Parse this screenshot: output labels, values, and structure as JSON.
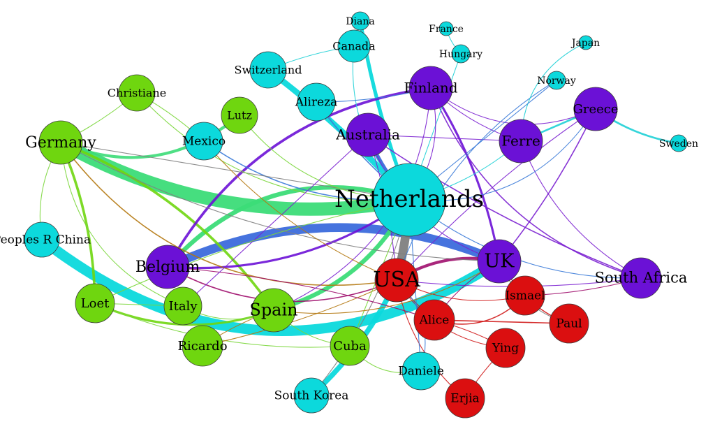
{
  "colors": {
    "cyan": "#0cd9dc",
    "purple": "#6b11d6",
    "red": "#db0f10",
    "green": "#6fd60f",
    "seaGreen": "#3cdc78",
    "blue": "#3c6cdc",
    "gray": "#808080",
    "brown": "#b4780f",
    "magenta": "#a0106e",
    "thinCyan": "#1fd0d6",
    "thinPurple": "#7a1fd0",
    "thinGreen": "#7ad63a",
    "thinBlue": "#3a7ad8",
    "thinRed": "#d01a1a"
  },
  "nodes": [
    {
      "id": "netherlands",
      "label": "Netherlands",
      "color": "cyan"
    },
    {
      "id": "germany",
      "label": "Germany",
      "color": "green"
    },
    {
      "id": "belgium",
      "label": "Belgium",
      "color": "purple"
    },
    {
      "id": "usa",
      "label": "USA",
      "color": "red"
    },
    {
      "id": "uk",
      "label": "UK",
      "color": "purple"
    },
    {
      "id": "south-africa",
      "label": "South Africa",
      "color": "purple"
    },
    {
      "id": "greece",
      "label": "Greece",
      "color": "purple"
    },
    {
      "id": "finland",
      "label": "Finland",
      "color": "purple"
    },
    {
      "id": "australia",
      "label": "Australia",
      "color": "purple"
    },
    {
      "id": "ferre",
      "label": "Ferre",
      "color": "purple"
    },
    {
      "id": "spain",
      "label": "Spain",
      "color": "green"
    },
    {
      "id": "italy",
      "label": "Italy",
      "color": "green"
    },
    {
      "id": "loet",
      "label": "Loet",
      "color": "green"
    },
    {
      "id": "ricardo",
      "label": "Ricardo",
      "color": "green"
    },
    {
      "id": "cuba",
      "label": "Cuba",
      "color": "green"
    },
    {
      "id": "christiane",
      "label": "Christiane",
      "color": "green"
    },
    {
      "id": "lutz",
      "label": "Lutz",
      "color": "green"
    },
    {
      "id": "mexico",
      "label": "Mexico",
      "color": "cyan"
    },
    {
      "id": "switzerland",
      "label": "Switzerland",
      "color": "cyan"
    },
    {
      "id": "canada",
      "label": "Canada",
      "color": "cyan"
    },
    {
      "id": "diana",
      "label": "Diana",
      "color": "cyan"
    },
    {
      "id": "france",
      "label": "France",
      "color": "cyan"
    },
    {
      "id": "hungary",
      "label": "Hungary",
      "color": "cyan"
    },
    {
      "id": "japan",
      "label": "Japan",
      "color": "cyan"
    },
    {
      "id": "norway",
      "label": "Norway",
      "color": "cyan"
    },
    {
      "id": "sweden",
      "label": "Sweden",
      "color": "cyan"
    },
    {
      "id": "alireza",
      "label": "Alireza",
      "color": "cyan"
    },
    {
      "id": "peoples-r-china",
      "label": "Peoples R China",
      "color": "cyan"
    },
    {
      "id": "south-korea",
      "label": "South Korea",
      "color": "cyan"
    },
    {
      "id": "daniele",
      "label": "Daniele",
      "color": "cyan"
    },
    {
      "id": "ismael",
      "label": "Ismael",
      "color": "red"
    },
    {
      "id": "alice",
      "label": "Alice",
      "color": "red"
    },
    {
      "id": "paul",
      "label": "Paul",
      "color": "red"
    },
    {
      "id": "ying",
      "label": "Ying",
      "color": "red"
    },
    {
      "id": "erjia",
      "label": "Erjia",
      "color": "red"
    }
  ],
  "edges": [
    {
      "from": "germany",
      "to": "netherlands",
      "weight": 18,
      "color": "seaGreen"
    },
    {
      "from": "peoples-r-china",
      "to": "uk",
      "weight": 14,
      "color": "cyan"
    },
    {
      "from": "belgium",
      "to": "uk",
      "weight": 12,
      "color": "blue"
    },
    {
      "from": "usa",
      "to": "netherlands",
      "weight": 12,
      "color": "gray"
    },
    {
      "from": "switzerland",
      "to": "netherlands",
      "weight": 8,
      "color": "cyan"
    },
    {
      "from": "south-korea",
      "to": "usa",
      "weight": 7,
      "color": "cyan"
    },
    {
      "from": "belgium",
      "to": "netherlands",
      "weight": 6,
      "color": "seaGreen"
    },
    {
      "from": "spain",
      "to": "netherlands",
      "weight": 6,
      "color": "seaGreen"
    },
    {
      "from": "australia",
      "to": "netherlands",
      "weight": 5,
      "color": "blue"
    },
    {
      "from": "diana",
      "to": "netherlands",
      "weight": 5,
      "color": "cyan"
    },
    {
      "from": "germany",
      "to": "lutz",
      "weight": 4,
      "color": "seaGreen"
    },
    {
      "from": "germany",
      "to": "spain",
      "weight": 3.5,
      "color": "green"
    },
    {
      "from": "germany",
      "to": "loet",
      "weight": 3.5,
      "color": "green"
    },
    {
      "from": "loet",
      "to": "spain",
      "weight": 3,
      "color": "green"
    },
    {
      "from": "belgium",
      "to": "finland",
      "weight": 3.5,
      "color": "purple"
    },
    {
      "from": "finland",
      "to": "uk",
      "weight": 3,
      "color": "purple"
    },
    {
      "from": "belgium",
      "to": "netherlands",
      "weight": 3,
      "color": "purple"
    },
    {
      "from": "usa",
      "to": "uk",
      "weight": 4,
      "color": "magenta"
    },
    {
      "from": "ferre",
      "to": "greece",
      "weight": 2.5,
      "color": "thinCyan"
    },
    {
      "from": "greece",
      "to": "sweden",
      "weight": 2.5,
      "color": "thinCyan"
    },
    {
      "from": "finland",
      "to": "south-africa",
      "weight": 1.5,
      "color": "thinPurple"
    },
    {
      "from": "greece",
      "to": "uk",
      "weight": 1.5,
      "color": "thinPurple"
    },
    {
      "from": "australia",
      "to": "south-africa",
      "weight": 1.5,
      "color": "thinPurple"
    },
    {
      "from": "ferre",
      "to": "south-africa",
      "weight": 1,
      "color": "thinPurple"
    },
    {
      "from": "finland",
      "to": "greece",
      "weight": 1,
      "color": "thinPurple"
    },
    {
      "from": "australia",
      "to": "ferre",
      "weight": 1,
      "color": "thinPurple"
    },
    {
      "from": "finland",
      "to": "ferre",
      "weight": 1,
      "color": "thinPurple"
    },
    {
      "from": "australia",
      "to": "uk",
      "weight": 1,
      "color": "thinPurple"
    },
    {
      "from": "usa",
      "to": "greece",
      "weight": 1,
      "color": "thinPurple"
    },
    {
      "from": "usa",
      "to": "south-africa",
      "weight": 1,
      "color": "thinPurple"
    },
    {
      "from": "norway",
      "to": "usa",
      "weight": 1,
      "color": "thinBlue"
    },
    {
      "from": "japan",
      "to": "ferre",
      "weight": 1,
      "color": "thinCyan"
    },
    {
      "from": "hungary",
      "to": "netherlands",
      "weight": 1,
      "color": "thinCyan"
    },
    {
      "from": "france",
      "to": "hungary",
      "weight": 1,
      "color": "thinCyan"
    },
    {
      "from": "canada",
      "to": "netherlands",
      "weight": 1,
      "color": "thinCyan"
    },
    {
      "from": "switzerland",
      "to": "canada",
      "weight": 1,
      "color": "thinCyan"
    },
    {
      "from": "alireza",
      "to": "netherlands",
      "weight": 1.5,
      "color": "thinBlue"
    },
    {
      "from": "mexico",
      "to": "netherlands",
      "weight": 1.5,
      "color": "thinBlue"
    },
    {
      "from": "germany",
      "to": "usa",
      "weight": 1.5,
      "color": "brown"
    },
    {
      "from": "germany",
      "to": "netherlands",
      "weight": 1,
      "color": "gray"
    },
    {
      "from": "germany",
      "to": "uk",
      "weight": 1,
      "color": "gray"
    },
    {
      "from": "christiane",
      "to": "netherlands",
      "weight": 1,
      "color": "thinGreen"
    },
    {
      "from": "christiane",
      "to": "mexico",
      "weight": 1,
      "color": "thinGreen"
    },
    {
      "from": "germany",
      "to": "christiane",
      "weight": 1,
      "color": "thinGreen"
    },
    {
      "from": "germany",
      "to": "peoples-r-china",
      "weight": 1,
      "color": "thinGreen"
    },
    {
      "from": "germany",
      "to": "italy",
      "weight": 1,
      "color": "thinGreen"
    },
    {
      "from": "loet",
      "to": "italy",
      "weight": 1,
      "color": "thinGreen"
    },
    {
      "from": "loet",
      "to": "cuba",
      "weight": 1,
      "color": "thinGreen"
    },
    {
      "from": "italy",
      "to": "spain",
      "weight": 1,
      "color": "thinGreen"
    },
    {
      "from": "ricardo",
      "to": "spain",
      "weight": 1,
      "color": "brown"
    },
    {
      "from": "ricardo",
      "to": "usa",
      "weight": 1,
      "color": "brown"
    },
    {
      "from": "spain",
      "to": "cuba",
      "weight": 1,
      "color": "thinGreen"
    },
    {
      "from": "cuba",
      "to": "daniele",
      "weight": 1,
      "color": "thinGreen"
    },
    {
      "from": "cuba",
      "to": "netherlands",
      "weight": 1,
      "color": "thinGreen"
    },
    {
      "from": "south-korea",
      "to": "netherlands",
      "weight": 1,
      "color": "gray"
    },
    {
      "from": "belgium",
      "to": "usa",
      "weight": 1.5,
      "color": "magenta"
    },
    {
      "from": "belgium",
      "to": "alice",
      "weight": 1,
      "color": "magenta"
    },
    {
      "from": "usa",
      "to": "alice",
      "weight": 1,
      "color": "thinRed"
    },
    {
      "from": "usa",
      "to": "ismael",
      "weight": 1,
      "color": "thinRed"
    },
    {
      "from": "alice",
      "to": "ismael",
      "weight": 1.5,
      "color": "thinRed"
    },
    {
      "from": "alice",
      "to": "paul",
      "weight": 1.5,
      "color": "thinRed"
    },
    {
      "from": "ismael",
      "to": "paul",
      "weight": 1.5,
      "color": "thinRed"
    },
    {
      "from": "usa",
      "to": "ying",
      "weight": 1,
      "color": "thinRed"
    },
    {
      "from": "alice",
      "to": "ying",
      "weight": 1,
      "color": "thinRed"
    },
    {
      "from": "ying",
      "to": "erjia",
      "weight": 1,
      "color": "thinRed"
    },
    {
      "from": "usa",
      "to": "erjia",
      "weight": 1,
      "color": "thinRed"
    },
    {
      "from": "daniele",
      "to": "usa",
      "weight": 1,
      "color": "thinBlue"
    },
    {
      "from": "daniele",
      "to": "netherlands",
      "weight": 1,
      "color": "thinBlue"
    },
    {
      "from": "uk",
      "to": "alice",
      "weight": 1,
      "color": "magenta"
    },
    {
      "from": "uk",
      "to": "paul",
      "weight": 1,
      "color": "gray"
    },
    {
      "from": "south-africa",
      "to": "ismael",
      "weight": 1,
      "color": "magenta"
    },
    {
      "from": "uk",
      "to": "ismael",
      "weight": 1,
      "color": "magenta"
    },
    {
      "from": "spain",
      "to": "uk",
      "weight": 1,
      "color": "brown"
    },
    {
      "from": "spain",
      "to": "finland",
      "weight": 1,
      "color": "thinPurple"
    },
    {
      "from": "italy",
      "to": "australia",
      "weight": 1,
      "color": "thinPurple"
    },
    {
      "from": "mexico",
      "to": "usa",
      "weight": 1,
      "color": "brown"
    },
    {
      "from": "lutz",
      "to": "netherlands",
      "weight": 1,
      "color": "thinGreen"
    },
    {
      "from": "loet",
      "to": "netherlands",
      "weight": 1,
      "color": "thinGreen"
    },
    {
      "from": "alireza",
      "to": "finland",
      "weight": 1,
      "color": "thinBlue"
    },
    {
      "from": "netherlands",
      "to": "south-africa",
      "weight": 1,
      "color": "thinBlue"
    },
    {
      "from": "netherlands",
      "to": "greece",
      "weight": 1,
      "color": "thinBlue"
    },
    {
      "from": "netherlands",
      "to": "norway",
      "weight": 1,
      "color": "thinBlue"
    },
    {
      "from": "netherlands",
      "to": "ferre",
      "weight": 1,
      "color": "thinCyan"
    },
    {
      "from": "netherlands",
      "to": "finland",
      "weight": 1,
      "color": "thinPurple"
    },
    {
      "from": "australia",
      "to": "usa",
      "weight": 1,
      "color": "thinPurple"
    }
  ]
}
